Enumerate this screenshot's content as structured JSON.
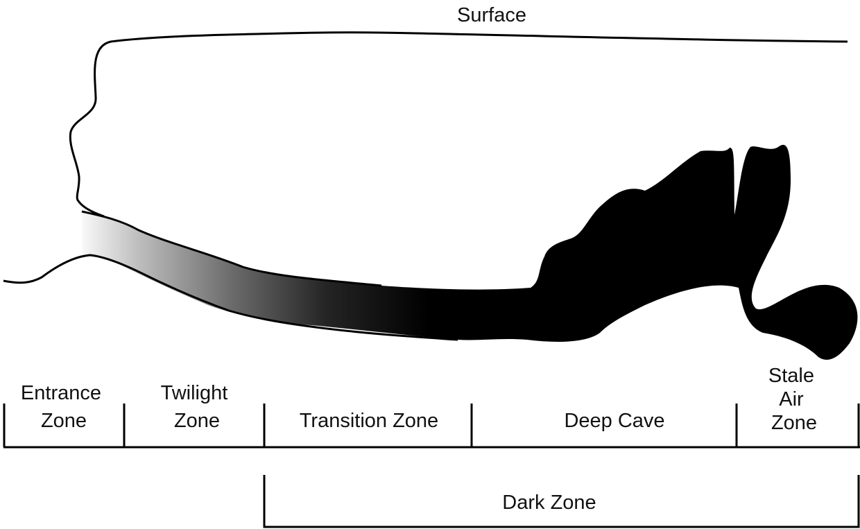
{
  "surface_label": "Surface",
  "zones": [
    {
      "key": "entrance",
      "lines": [
        "Entrance",
        "Zone"
      ]
    },
    {
      "key": "twilight",
      "lines": [
        "Twilight",
        "Zone"
      ]
    },
    {
      "key": "transition",
      "lines": [
        "Transition Zone"
      ]
    },
    {
      "key": "deep",
      "lines": [
        "Deep Cave"
      ]
    },
    {
      "key": "stale",
      "lines": [
        "Stale",
        "Air",
        "Zone"
      ]
    }
  ],
  "dark_zone_label": "Dark Zone",
  "colors": {
    "ink": "#000000",
    "light": "#ffffff"
  }
}
